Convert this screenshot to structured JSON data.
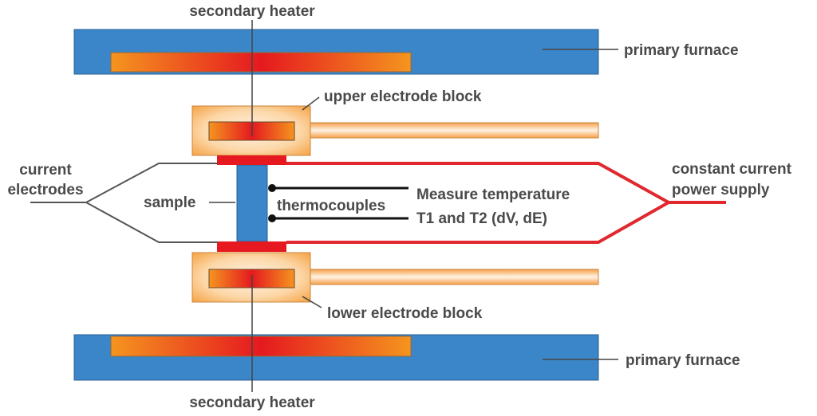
{
  "labels": {
    "secondary_heater_top": "secondary heater",
    "secondary_heater_bottom": "secondary heater",
    "primary_furnace_top": "primary furnace",
    "primary_furnace_bottom": "primary furnace",
    "upper_electrode_block": "upper electrode block",
    "lower_electrode_block": "lower electrode block",
    "current_electrodes_line1": "current",
    "current_electrodes_line2": "electrodes",
    "sample": "sample",
    "thermocouples": "thermocouples",
    "measure_line1": "Measure temperature",
    "measure_line2": "T1 and T2 (dV, dE)",
    "power_supply_line1": "constant current",
    "power_supply_line2": "power supply"
  },
  "colors": {
    "furnace_blue": "#3a86c8",
    "heater_orange": "#f5951f",
    "heater_red": "#e5191f",
    "electrode_light": "#fde3c4",
    "electrode_mid": "#f7a84a",
    "current_wire_red": "#e0282e",
    "thermocouple_black": "#111111",
    "label_gray": "#4a4a4a",
    "leader_gray": "#555555"
  }
}
